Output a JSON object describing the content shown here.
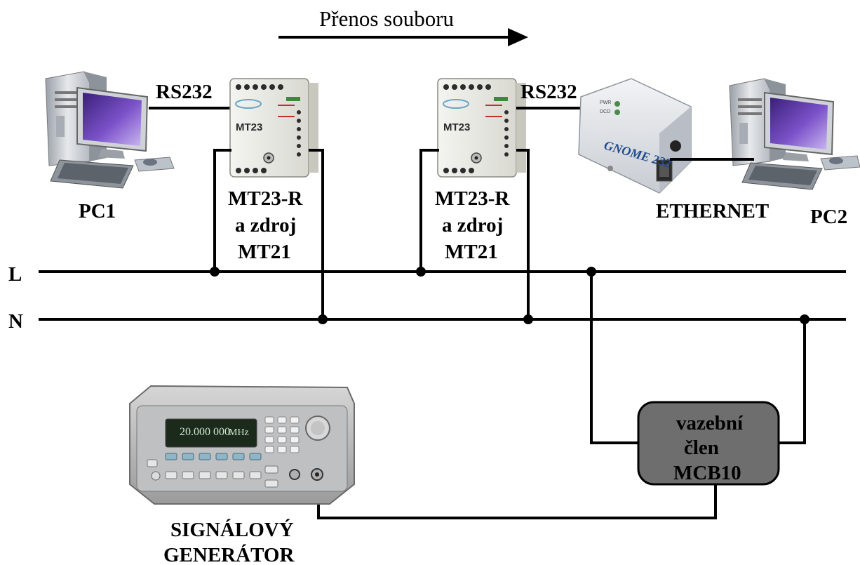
{
  "header": {
    "transfer_label": "Přenos souboru"
  },
  "computers": {
    "pc1_label": "PC1",
    "pc2_label": "PC2"
  },
  "links": {
    "rs232_left": "RS232",
    "rs232_right": "RS232",
    "ethernet": "ETHERNET"
  },
  "modules": {
    "left": {
      "device_text": "MT23",
      "caption_line1": "MT23-R",
      "caption_line2": "a zdroj",
      "caption_line3": "MT21"
    },
    "right": {
      "device_text": "MT23",
      "caption_line1": "MT23-R",
      "caption_line2": "a zdroj",
      "caption_line3": "MT21"
    }
  },
  "gnome": {
    "device_text": "GNOME 232",
    "led1": "PWR",
    "led2": "DCD"
  },
  "bus": {
    "line_l": "L",
    "line_n": "N"
  },
  "coupler": {
    "line1": "vazební",
    "line2": "člen",
    "line3": "MCB10"
  },
  "generator": {
    "display_value": "20.000 000",
    "display_unit": "MHz",
    "caption_line1": "SIGNÁLOVÝ",
    "caption_line2": "GENERÁTOR"
  },
  "colors": {
    "wire": "#000000",
    "coupler_fill": "#6e6e6e",
    "monitor_screen": "#6a3fb5",
    "display": "#1c2a1c"
  }
}
